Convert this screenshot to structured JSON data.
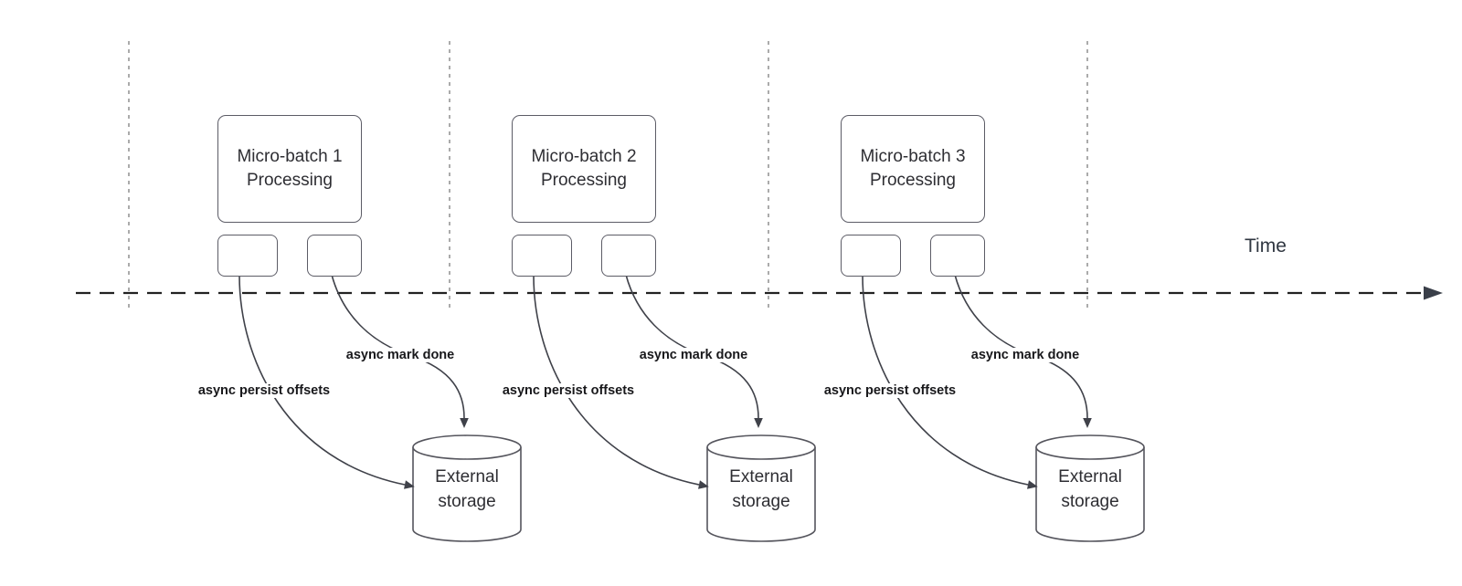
{
  "timeline": {
    "label": "Time"
  },
  "groups": [
    {
      "box_label": "Micro-batch 1\nProcessing",
      "persist_label": "async persist offsets",
      "done_label": "async mark done",
      "storage_label": "External\nstorage"
    },
    {
      "box_label": "Micro-batch 2\nProcessing",
      "persist_label": "async persist offsets",
      "done_label": "async mark done",
      "storage_label": "External\nstorage"
    },
    {
      "box_label": "Micro-batch 3\nProcessing",
      "persist_label": "async persist offsets",
      "done_label": "async mark done",
      "storage_label": "External\nstorage"
    }
  ],
  "colors": {
    "background": "#ffffff",
    "shape_border": "#5c5c66",
    "shape_text": "#2e2e33",
    "bold_label_text": "#18181b",
    "arrow": "#3f4149",
    "time_axis": "#222222",
    "gridline": "#a2a2a2"
  }
}
